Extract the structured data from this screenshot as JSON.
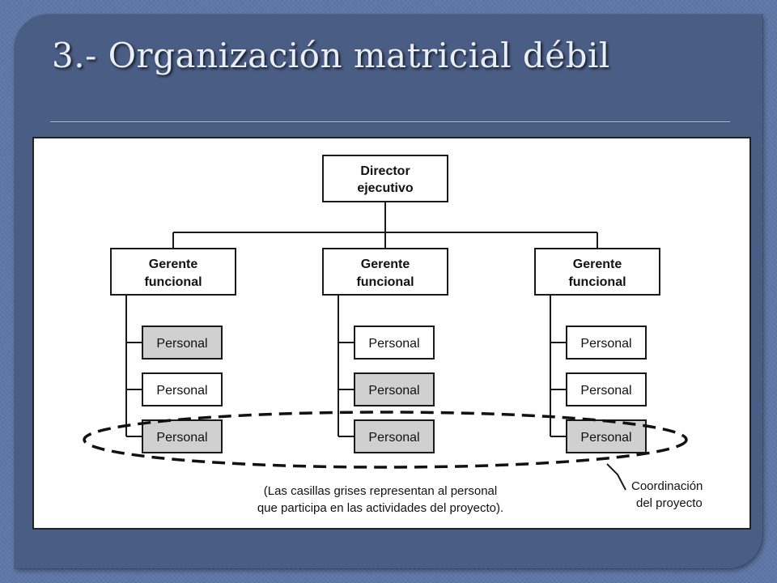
{
  "slide": {
    "title": "3.- Organización matricial débil"
  },
  "diagram": {
    "director": {
      "line1": "Director",
      "line2": "ejecutivo"
    },
    "managers": [
      {
        "line1": "Gerente",
        "line2": "funcional"
      },
      {
        "line1": "Gerente",
        "line2": "funcional"
      },
      {
        "line1": "Gerente",
        "line2": "funcional"
      }
    ],
    "staff_columns": [
      [
        {
          "label": "Personal",
          "shaded": true
        },
        {
          "label": "Personal",
          "shaded": false
        },
        {
          "label": "Personal",
          "shaded": true
        }
      ],
      [
        {
          "label": "Personal",
          "shaded": false
        },
        {
          "label": "Personal",
          "shaded": true
        },
        {
          "label": "Personal",
          "shaded": true
        }
      ],
      [
        {
          "label": "Personal",
          "shaded": false
        },
        {
          "label": "Personal",
          "shaded": false
        },
        {
          "label": "Personal",
          "shaded": true
        }
      ]
    ],
    "note": {
      "line1": "(Las casillas grises representan al personal",
      "line2": "que participa en las actividades del proyecto)."
    },
    "callout": {
      "line1": "Coordinación",
      "line2": "del proyecto"
    },
    "colors": {
      "shaded_fill": "#d0d0d0",
      "plain_fill": "#ffffff"
    }
  }
}
